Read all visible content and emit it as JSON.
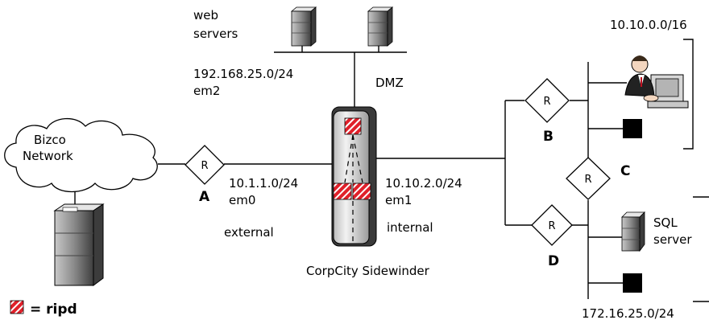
{
  "labels": {
    "web_servers_1": "web",
    "web_servers_2": "servers",
    "dmz_subnet": "192.168.25.0/24",
    "dmz_if": "em2",
    "dmz": "DMZ",
    "bizco_1": "Bizco",
    "bizco_2": "Network",
    "ext_subnet": "10.1.1.0/24",
    "ext_if": "em0",
    "external": "external",
    "int_subnet": "10.10.2.0/24",
    "int_if": "em1",
    "internal": "internal",
    "firewall": "CorpCity Sidewinder",
    "top_right_subnet": "10.10.0.0/16",
    "sql_1": "SQL",
    "sql_2": "server",
    "bottom_subnet": "172.16.25.0/24",
    "legend": "= ripd"
  },
  "routers": [
    {
      "letter": "A",
      "label": "R"
    },
    {
      "letter": "B",
      "label": "R"
    },
    {
      "letter": "C",
      "label": "R"
    },
    {
      "letter": "D",
      "label": "R"
    }
  ],
  "colors": {
    "ripd": "#e0202a",
    "line": "#000000"
  }
}
